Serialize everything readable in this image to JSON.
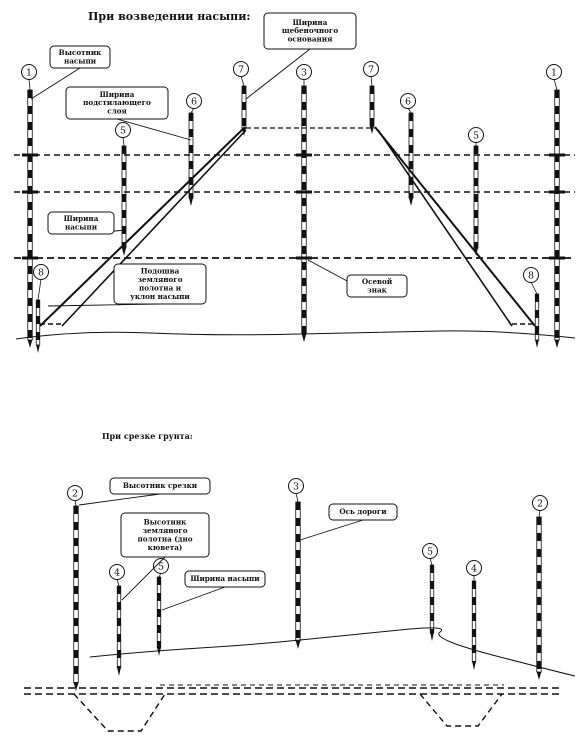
{
  "top_section": {
    "title": "При возведении насыпи:",
    "callouts": {
      "embankment_height": [
        "Высотник",
        "насыпи"
      ],
      "ballast_width": [
        "Ширина",
        "щебеночного",
        "основания"
      ],
      "sublayer_width": [
        "Ширина",
        "подстилающего",
        "слоя"
      ],
      "embankment_width": [
        "Ширина",
        "насыпи"
      ],
      "subgrade_toe": [
        "Подошва",
        "земляного",
        "полотна и",
        "уклон насыпи"
      ],
      "axis_sign": [
        "Осевой",
        "знак"
      ]
    },
    "stake_numbers": {
      "s1_left": "1",
      "s7_left": "7",
      "s3_center": "3",
      "s7_right": "7",
      "s6_left": "6",
      "s6_right": "6",
      "s5_left": "5",
      "s5_right": "5",
      "s1_right": "1",
      "s8_left": "8",
      "s8_right": "8"
    }
  },
  "bottom_section": {
    "title": "При срезке грунта:",
    "callouts": {
      "cut_height": [
        "Высотник срезки"
      ],
      "subgrade_height": [
        "Высотник",
        "земляного",
        "полотна (дно",
        "кювета)"
      ],
      "road_axis": [
        "Ось дороги"
      ],
      "embankment_width": [
        "Ширина насыпи"
      ]
    },
    "stake_numbers": {
      "s2_left": "2",
      "s4_left": "4",
      "s5_left": "5",
      "s3_center": "3",
      "s5_right": "5",
      "s4_right": "4",
      "s2_right": "2"
    }
  }
}
